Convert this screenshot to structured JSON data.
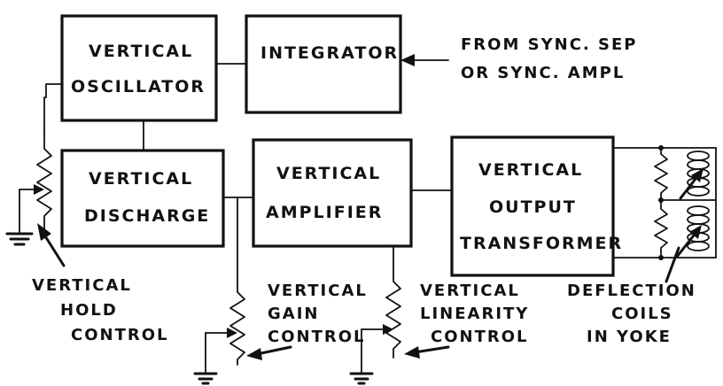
{
  "blocks": {
    "vertical_oscillator": [
      "VERTICAL",
      "OSCILLATOR"
    ],
    "integrator": [
      "INTEGRATOR"
    ],
    "vertical_discharge": [
      "VERTICAL",
      "DISCHARGE"
    ],
    "vertical_amplifier": [
      "VERTICAL",
      "AMPLIFIER"
    ],
    "vertical_output_transformer": [
      "VERTICAL",
      "OUTPUT",
      "TRANSFORMER"
    ]
  },
  "labels": {
    "sync_input": [
      "FROM SYNC. SEP",
      "OR SYNC. AMPL"
    ],
    "hold_control": [
      "VERTICAL",
      "HOLD",
      "CONTROL"
    ],
    "gain_control": [
      "VERTICAL",
      "GAIN",
      "CONTROL"
    ],
    "linearity_control": [
      "VERTICAL",
      "LINEARITY",
      "CONTROL"
    ],
    "deflection_coils": [
      "DEFLECTION",
      "COILS",
      "IN YOKE"
    ]
  }
}
